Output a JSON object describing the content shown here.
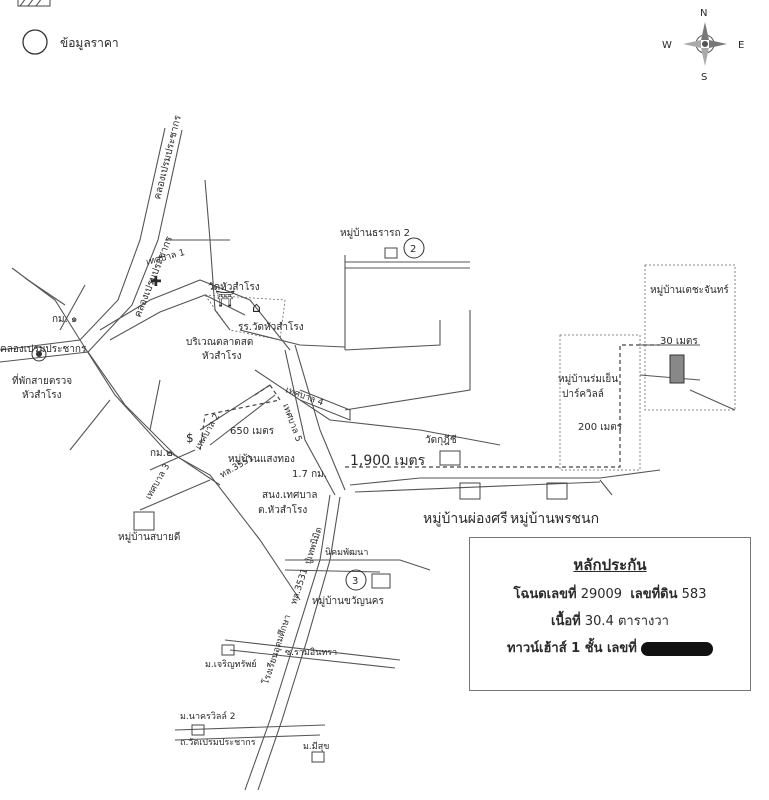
{
  "legend": {
    "price_label": "ข้อมูลราคา"
  },
  "compass": {
    "n": "N",
    "s": "S",
    "e": "E",
    "w": "W"
  },
  "labels": {
    "canal_top": "คลองเปรมประชากร",
    "canal_mid": "คลองเปรมประชากร",
    "canal_left": "คลองเปรมประชากร",
    "km": "กม. ๑",
    "police": "ที่พักสายตรวจ",
    "police2": "หัวสำโรง",
    "temple": "วัดหัวสำโรง",
    "school": "รร.วัดหัวสำโรง",
    "market": "บริเวณตลาดสด",
    "market2": "หัวสำโรง",
    "tessaban1": "เทศบาล 1",
    "tessaban2": "เทศบาล 2",
    "tessaban3": "เทศบาล 3",
    "tessaban4": "เทศบาล 4",
    "tessaban5": "เทศบาล 5",
    "hw3551": "ทล.3551",
    "hw3531": "ทล.3531",
    "thararot": "หมู่บ้านธรารถ 2",
    "dist650": "650 เมตร",
    "saengthong": "หมู่บ้านแสงทอง",
    "dist17": "1.7 กม.",
    "health1": "สนง.เทศบาล",
    "health2": "ต.หัวสำโรง",
    "dist1900": "1,900 เมตร",
    "watkuti": "วัดกุฎีชี",
    "phongsri": "หมู่บ้านผ่องศรี",
    "phonchanok": "หมู่บ้านพรชนก",
    "romyen1": "หมู่บ้านร่มเย็น",
    "romyen2": "ปาร์ควิลล์",
    "dist200": "200 เมตร",
    "dist30": "30 เมตร",
    "tejachan": "หมู่บ้านเตชะจันทร์",
    "km2": "กม.๒",
    "sabaidee": "หมู่บ้านสบายดี",
    "khwan": "หมู่บ้านขวัญนคร",
    "srinakarin": "ปู่เทพนิมิต",
    "pattana": "นิคมพัฒนา",
    "mahachai": "โรงเรียนอุดมศึกษา",
    "jarern": "ม.เจริญทรัพย์",
    "watsai": "ม.นาครวิลล์ 2",
    "rakdee": "ม.มีสุข",
    "soi": "ซ.รามอินทรา",
    "circle2": "2",
    "circle3": "3",
    "comment_area": "ถ.วัดเปรมประชากร"
  },
  "info_box": {
    "title": "หลักประกัน",
    "deed_label": "โฉนดเลขที่",
    "deed_no": "29009",
    "land_label": "เลขที่ดิน",
    "land_no": "583",
    "area_label": "เนื้อที่",
    "area_value": "30.4 ตารางวา",
    "building_label": "ทาวน์เฮ้าส์ 1 ชั้น เลขที่"
  }
}
